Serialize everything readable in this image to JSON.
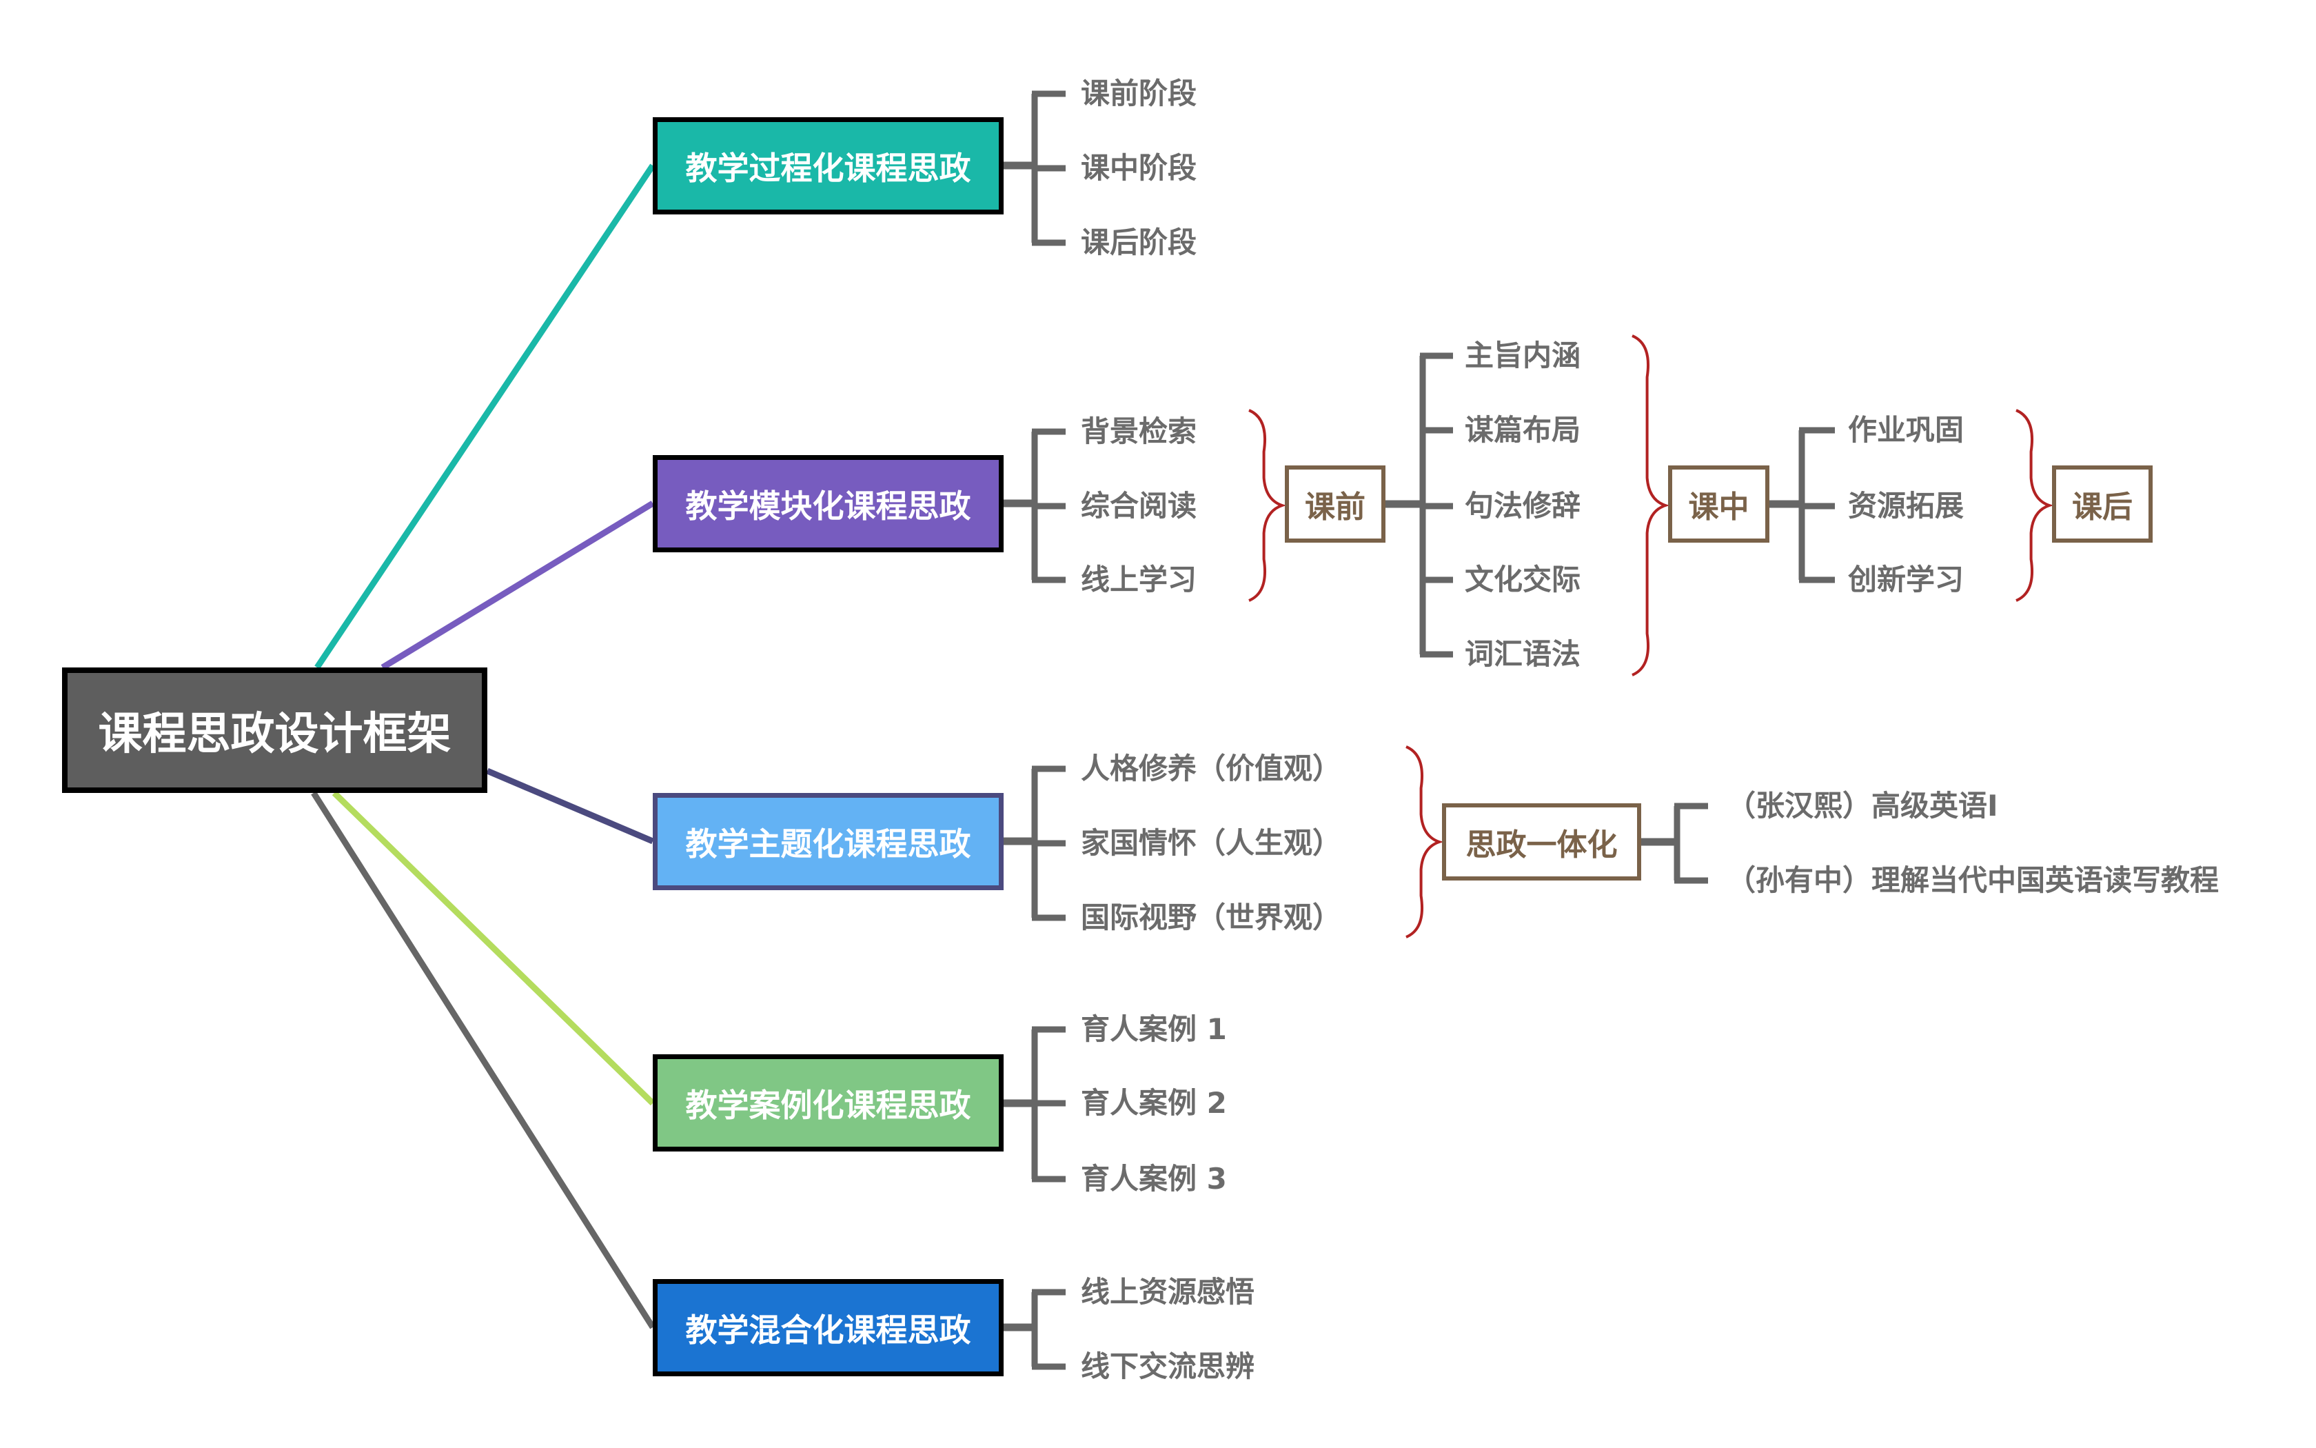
{
  "root": {
    "label": "课程思政设计框架",
    "color": "#5e5e5e"
  },
  "branches": [
    {
      "label": "教学过程化课程思政",
      "color": "#1ab8a8",
      "line_color": "#1ab8a8",
      "children": [
        "课前阶段",
        "课中阶段",
        "课后阶段"
      ]
    },
    {
      "label": "教学模块化课程思政",
      "color": "#775cbf",
      "line_color": "#775cbf",
      "children": [
        "背景检索",
        "综合阅读",
        "线上学习"
      ],
      "flow": {
        "stage1": {
          "label": "课前",
          "children": [
            "主旨内涵",
            "谋篇布局",
            "句法修辞",
            "文化交际",
            "词汇语法"
          ]
        },
        "stage2": {
          "label": "课中",
          "children": [
            "作业巩固",
            "资源拓展",
            "创新学习"
          ]
        },
        "stage3": {
          "label": "课后"
        }
      }
    },
    {
      "label": "教学主题化课程思政",
      "color": "#63b2f4",
      "line_color": "#4b4a7f",
      "children": [
        "人格修养（价值观）",
        "家国情怀（人生观）",
        "国际视野（世界观）"
      ],
      "summary": {
        "label": "思政一体化",
        "children": [
          "（张汉熙）高级英语I",
          "（孙有中）理解当代中国英语读写教程"
        ]
      }
    },
    {
      "label": "教学案例化课程思政",
      "color": "#80c785",
      "line_color": "#b4dc5e",
      "children": [
        "育人案例 1",
        "育人案例 2",
        "育人案例 3"
      ]
    },
    {
      "label": "教学混合化课程思政",
      "color": "#1b74d2",
      "line_color": "#666666",
      "children": [
        "线上资源感悟",
        "线下交流思辨"
      ]
    }
  ],
  "colors": {
    "bracket": "#666666",
    "brace": "#b22222",
    "stage_border": "#7a6249",
    "leaf_text": "#6b6b6b"
  }
}
